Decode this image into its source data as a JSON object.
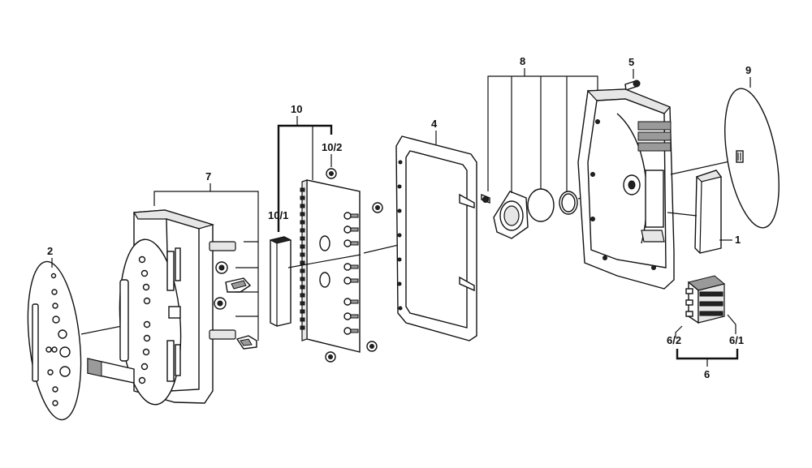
{
  "labels": {
    "p1": "1",
    "p2": "2",
    "p4": "4",
    "p5": "5",
    "p6": "6",
    "p6_1": "6/1",
    "p6_2": "6/2",
    "p7": "7",
    "p8": "8",
    "p9": "9",
    "p10": "10",
    "p10_1": "10/1",
    "p10_2": "10/2"
  }
}
